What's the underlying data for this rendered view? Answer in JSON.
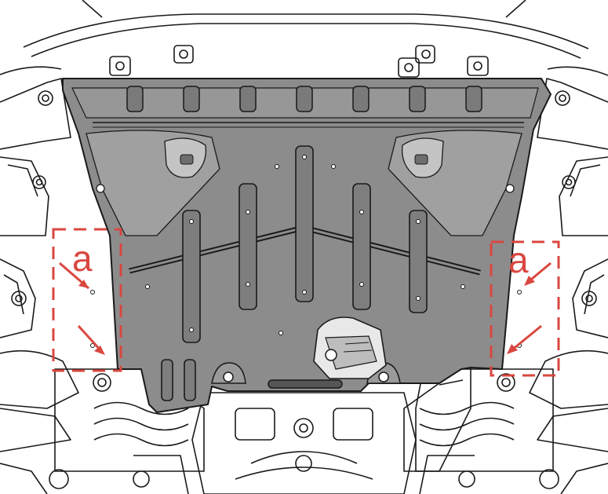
{
  "diagram": {
    "colors": {
      "background": "#ffffff",
      "line": "#1a1a1a",
      "plate_fill": "#8c8c8c",
      "plate_dark": "#6e6e6e",
      "plate_light": "#a8a8a8",
      "callout": "#d9473f"
    },
    "callouts": [
      {
        "side": "left",
        "label": "a"
      },
      {
        "side": "right",
        "label": "a"
      }
    ]
  }
}
